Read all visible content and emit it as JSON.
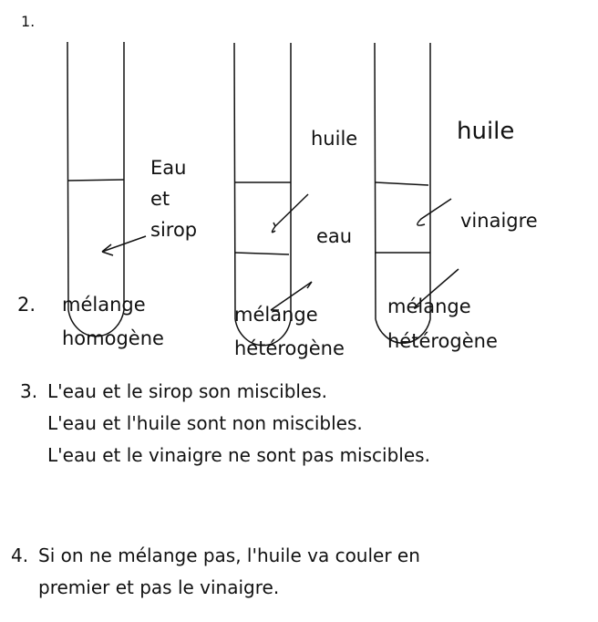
{
  "q1": {
    "number": "1.",
    "tube1": {
      "label_lines": [
        "Eau",
        "et",
        "sirop"
      ]
    },
    "tube2": {
      "top_label": "huile",
      "bottom_label": "eau"
    },
    "tube3": {
      "top_label": "huile",
      "bottom_label": "vinaigre"
    }
  },
  "q2": {
    "number": "2.",
    "mixtures": [
      {
        "line1": "mélange",
        "line2": "homogène"
      },
      {
        "line1": "mélange",
        "line2": "hétérogène"
      },
      {
        "line1": "mélange",
        "line2": "hétérogène"
      }
    ]
  },
  "q3": {
    "number": "3.",
    "lines": [
      "L'eau et le sirop son miscibles.",
      "L'eau et l'huile sont non miscibles.",
      "L'eau et le vinaigre ne sont pas miscibles."
    ]
  },
  "q4": {
    "number": "4.",
    "lines": [
      "Si on ne mélange pas, l'huile va couler en",
      "premier et pas le vinaigre."
    ]
  }
}
